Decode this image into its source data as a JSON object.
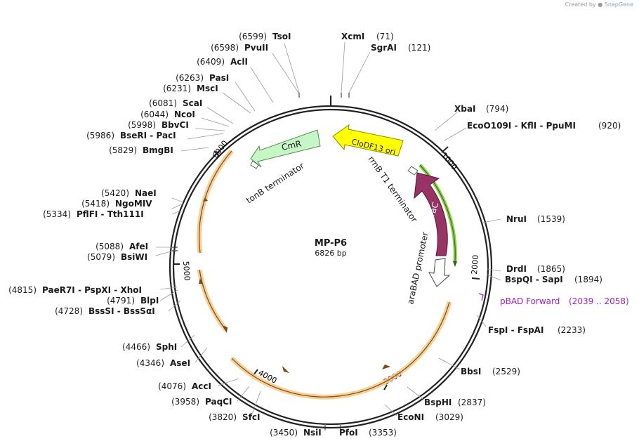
{
  "watermark": {
    "created_by": "Created by",
    "brand": "SnapGene"
  },
  "plasmid": {
    "name": "MP-P6",
    "length_label": "6826 bp",
    "length": 6826
  },
  "ticks": [
    "1000",
    "2000",
    "3000",
    "4000",
    "5000",
    "6000"
  ],
  "sites": [
    {
      "id": "tsoi",
      "pos": "(6599)",
      "label": "TsoI"
    },
    {
      "id": "pvuii",
      "pos": "(6598)",
      "label": "PvuII"
    },
    {
      "id": "acli",
      "pos": "(6409)",
      "label": "AclI"
    },
    {
      "id": "pasi",
      "pos": "(6263)",
      "label": "PasI"
    },
    {
      "id": "msci",
      "pos": "(6231)",
      "label": "MscI"
    },
    {
      "id": "scai",
      "pos": "(6081)",
      "label": "ScaI"
    },
    {
      "id": "ncoi",
      "pos": "(6044)",
      "label": "NcoI"
    },
    {
      "id": "bbvci",
      "pos": "(5998)",
      "label": "BbvCI"
    },
    {
      "id": "bseri",
      "pos": "(5986)",
      "label": "BseRI  - PacI"
    },
    {
      "id": "bmgbi",
      "pos": "(5829)",
      "label": "BmgBI"
    },
    {
      "id": "naei",
      "pos": "(5420)",
      "label": "NaeI"
    },
    {
      "id": "ngomiv",
      "pos": "(5418)",
      "label": "NgoMIV"
    },
    {
      "id": "pflfi",
      "pos": "(5334)",
      "label": "PflFI  - Tth111I"
    },
    {
      "id": "afei",
      "pos": "(5088)",
      "label": "AfeI"
    },
    {
      "id": "bsiwi",
      "pos": "(5079)",
      "label": "BsiWI"
    },
    {
      "id": "paer7i",
      "pos": "(4815)",
      "label": "PaeR7I  - PspXI  - XhoI"
    },
    {
      "id": "blpi",
      "pos": "(4791)",
      "label": "BlpI"
    },
    {
      "id": "bsssi",
      "pos": "(4728)",
      "label": "BssSI  - BssSαI"
    },
    {
      "id": "sphi",
      "pos": "(4466)",
      "label": "SphI"
    },
    {
      "id": "asei",
      "pos": "(4346)",
      "label": "AseI"
    },
    {
      "id": "acci",
      "pos": "(4076)",
      "label": "AccI"
    },
    {
      "id": "paqci",
      "pos": "(3958)",
      "label": "PaqCI"
    },
    {
      "id": "sfci",
      "pos": "(3820)",
      "label": "SfcI"
    },
    {
      "id": "nsii",
      "pos": "(3450)",
      "label": "NsiI"
    },
    {
      "id": "pfoi",
      "pos": "(3353)",
      "label": "PfoI"
    },
    {
      "id": "xcmi",
      "pos": "(71)",
      "label": "XcmI"
    },
    {
      "id": "sgrai",
      "pos": "(121)",
      "label": "SgrAI"
    },
    {
      "id": "xbai",
      "pos": "(794)",
      "label": "XbaI"
    },
    {
      "id": "eco0109i",
      "pos": "(920)",
      "label": "EcoO109I  - KflI  - PpuMI"
    },
    {
      "id": "drui",
      "pos": "(1539)",
      "label": "NruI"
    },
    {
      "id": "drdi",
      "pos": "(1865)",
      "label": "DrdI"
    },
    {
      "id": "bspqi",
      "pos": "(1894)",
      "label": "BspQI  - SapI"
    },
    {
      "id": "fspi",
      "pos": "(2233)",
      "label": "FspI  - FspAI"
    },
    {
      "id": "bbsi",
      "pos": "(2529)",
      "label": "BbsI"
    },
    {
      "id": "bsphi",
      "pos": "(2837)",
      "label": "BspHI"
    },
    {
      "id": "econi",
      "pos": "(3029)",
      "label": "EcoNI"
    }
  ],
  "primer": {
    "label": "pBAD Forward",
    "pos": "(2039 .. 2058)",
    "color": "#a020c8"
  },
  "features": [
    {
      "id": "cmr",
      "label": "CmR",
      "color": "#c6f5c6",
      "stroke": "#4d8f4d"
    },
    {
      "id": "clodf13",
      "label": "CloDF13 ori",
      "color": "#ffff00",
      "stroke": "#8a8a00"
    },
    {
      "id": "arac",
      "label": "araC",
      "color": "#993366",
      "stroke": "#551133"
    },
    {
      "id": "rrnb",
      "label": "rrnB T1 terminator"
    },
    {
      "id": "tonb",
      "label": "tonB terminator"
    },
    {
      "id": "arabad",
      "label": "araBAD promoter"
    }
  ],
  "colors": {
    "backbone": "#222222",
    "orf": "#f6c47a",
    "orf_line": "#7a4a12",
    "green_orf": "#7acc2a"
  }
}
